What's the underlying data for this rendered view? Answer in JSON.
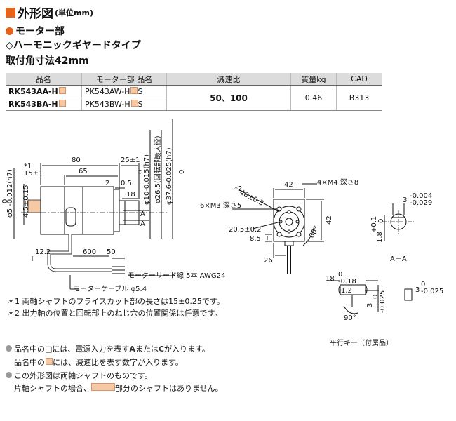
{
  "header": {
    "title": "外形図",
    "unit": "(単位mm)",
    "section": "モーター部",
    "type": "◇ハーモニックギヤードタイプ",
    "flange": "取付角寸法42mm"
  },
  "table": {
    "headers": [
      "品名",
      "モーター部 品名",
      "減速比",
      "質量kg",
      "CAD"
    ],
    "rows": [
      {
        "model": "RK543AA-H",
        "motor_a": "PK543AW-H",
        "motor_b": "S"
      },
      {
        "model": "RK543BA-H",
        "motor_a": "PK543BW-H",
        "motor_b": "S"
      }
    ],
    "ratio": "50、100",
    "mass": "0.46",
    "cad": "B313"
  },
  "drawing": {
    "d80": "80",
    "d65": "65",
    "d25": "25±1",
    "d2": "2",
    "d05": "0.5",
    "d18": "18",
    "d15": "15±1",
    "d15mark": "*1",
    "phi5": "φ5 -0.012(h7)",
    "phi5_0": "0",
    "d45": "4.5±0.15",
    "phi10": "φ10-0.015(h7)",
    "phi10_0": "0",
    "phi265": "φ26.5(回転部最大径)",
    "phi376": "φ37.6-0.025(h7)",
    "phi376_0": "0",
    "markA": "A",
    "d122": "12.2",
    "d600": "600",
    "d50": "50",
    "lead": "モーターリード線 5本 AWG24",
    "cable": "モーターケーブル φ5.4",
    "f42top": "42",
    "f42side": "42",
    "m4": "4×M4 深さ8",
    "m3": "6×M3 深さ5",
    "pcd48": "48±0.3",
    "pcd48_mark": "*2",
    "pcd205": "20.5±0.2",
    "d85": "8.5",
    "d26": "26",
    "ang60": "60°",
    "aa_w": "3",
    "aa_wtol_u": "-0.004",
    "aa_wtol_l": "-0.029",
    "aa_h": "1.8",
    "aa_htol_u": "+0.1",
    "aa_htol_l": "0",
    "aa_label": "A－A",
    "k18": "18",
    "k18tol_u": "0",
    "k18tol_l": "-0.18",
    "k12": "1.2",
    "k3h": "3",
    "k3htol_u": "0",
    "k3htol_l": "-0.025",
    "k3w": "3",
    "k3wtol_u": "0",
    "k3wtol_l": "-0.025",
    "kang": "90°",
    "key_label": "平行キー（付属品）"
  },
  "notes": {
    "n1": "＊1 両軸シャフトのフライスカット部の長さは15±0.25です。",
    "n2": "＊2 出力軸の位置と回転部上のねじ穴の位置関係は任意です。"
  },
  "bullets": {
    "b1a": "品名中の□には、電源入力を表す",
    "b1b": "A",
    "b1c": "または",
    "b1d": "C",
    "b1e": "が入ります。",
    "b2a": "品名中の",
    "b2b": "には、減速比を表す数字が入ります。",
    "b3": "この外形図は両軸シャフトのものです。",
    "b4a": "片軸シャフトの場合、",
    "b4b": "部分のシャフトはありません。"
  }
}
